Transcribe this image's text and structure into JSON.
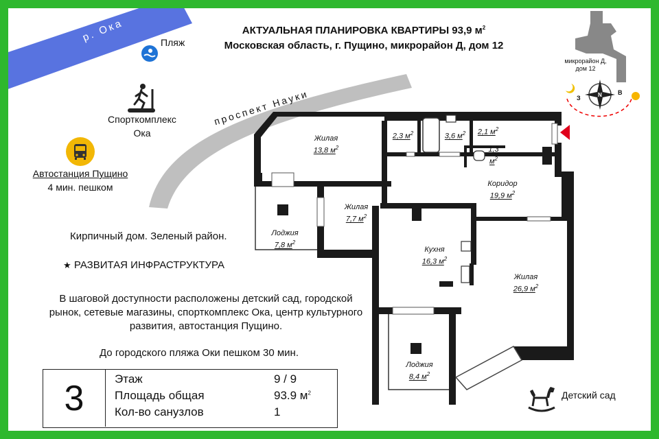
{
  "title": {
    "line1": "АКТУАЛЬНАЯ ПЛАНИРОВКА КВАРТИРЫ  93,9 м",
    "line1_sup": "2",
    "line2": "Московская область, г. Пущино, микрорайон Д, дом 12"
  },
  "map": {
    "river": "р. Ока",
    "avenue": "проспект  Науки",
    "beach": "Пляж",
    "sport_line1": "Спорткомплекс",
    "sport_line2": "Ока",
    "bus_line1": "Автостанция Пущино",
    "bus_line2": "4 мин. пешком",
    "kindergarten": "Детский сад"
  },
  "locator": {
    "building_label_line1": "микрорайон Д,",
    "building_label_line2": "дом 12",
    "west": "З",
    "east": "В",
    "north": "N"
  },
  "description": {
    "brick": "Кирпичный дом. Зеленый район.",
    "infra": "РАЗВИТАЯ ИНФРАСТРУКТУРА",
    "para_line1": "В шаговой доступности расположены детский сад, городской",
    "para_line2": "рынок, сетевые магазины, спорткомплекс Ока, центр культурного",
    "para_line3": "развития, автостанция Пущино.",
    "beach_walk": "До городского пляжа Оки пешком 30 мин."
  },
  "stats": {
    "floor_big": "3",
    "floor_label": "Этаж",
    "floor_value": "9 / 9",
    "area_label": "Площадь общая",
    "area_value": "93.9 м",
    "area_sup": "2",
    "bath_label": "Кол-во санузлов",
    "bath_value": "1"
  },
  "rooms": {
    "living1_name": "Жилая",
    "living1_area": "13,8 м",
    "living2_name": "Жилая",
    "living2_area": "7,7 м",
    "living3_name": "Жилая",
    "living3_area": "26,9 м",
    "loggia1_name": "Лоджия",
    "loggia1_area": "7,8 м",
    "loggia2_name": "Лоджия",
    "loggia2_area": "8,4 м",
    "kitchen_name": "Кухня",
    "kitchen_area": "16,3 м",
    "corridor_name": "Коридор",
    "corridor_area": "19,9 м",
    "storage1_area": "2,3 м",
    "bath_area": "3,6 м",
    "storage2_area": "2,1 м",
    "wc_area_line1": "1,3",
    "wc_area_line2": "м",
    "sup": "2"
  },
  "colors": {
    "frame": "#2eb82e",
    "river": "#3b5bdb",
    "avenue": "#bfbfbf",
    "wall": "#1a1a1a",
    "bus": "#f2b705",
    "entry_arrow": "#e0001b"
  }
}
